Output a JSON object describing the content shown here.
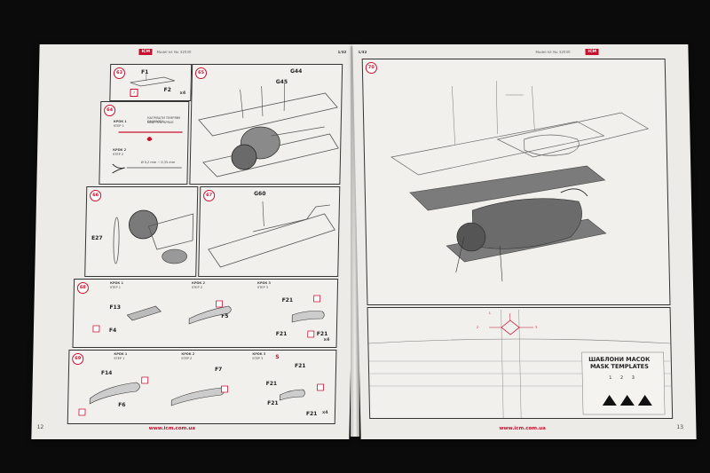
{
  "left_page": {
    "brand": "ICM",
    "model_kit": "Model kit No 32030",
    "scale": "1/32",
    "website": "www.icm.com.ua",
    "page_number": "12",
    "steps": [
      {
        "number": "63",
        "parts": [
          "F1",
          "F2"
        ],
        "marks": [
          "?",
          "x4"
        ]
      },
      {
        "number": "64",
        "lines": [
          {
            "label": "КРОК 1",
            "sub": "STEP 1",
            "note": "НАГРІВАТИ ТЕМРЯВУ ЛАНЦЮГА",
            "note2": "HEAT THE SPRUE"
          },
          {
            "label": "КРОК 2",
            "sub": "STEP 2",
            "note": "Ø 0,2 mm ~ 0,35 mm"
          }
        ]
      },
      {
        "number": "65",
        "parts": [
          "G44",
          "G45"
        ]
      },
      {
        "number": "66",
        "parts": [
          "E27"
        ]
      },
      {
        "number": "67",
        "parts": [
          "G60"
        ]
      },
      {
        "number": "68",
        "steps": [
          {
            "label": "КРОК 1",
            "sub": "STEP 1",
            "parts": [
              "F13",
              "F4"
            ]
          },
          {
            "label": "КРОК 2",
            "sub": "STEP 2",
            "parts": [
              "F5"
            ]
          },
          {
            "label": "КРОК 3",
            "sub": "STEP 3",
            "parts": [
              "F21",
              "F21",
              "F21"
            ]
          }
        ],
        "marks": [
          "x4"
        ]
      },
      {
        "number": "69",
        "steps": [
          {
            "label": "КРОК 1",
            "sub": "STEP 1",
            "parts": [
              "F14",
              "F6"
            ]
          },
          {
            "label": "КРОК 2",
            "sub": "STEP 2",
            "parts": [
              "F7"
            ]
          },
          {
            "label": "КРОК 3",
            "sub": "STEP 3",
            "parts": [
              "S",
              "F21",
              "F21",
              "F21",
              "F21"
            ]
          }
        ],
        "marks": [
          "x4"
        ]
      }
    ]
  },
  "right_page": {
    "brand": "ICM",
    "model_kit": "Model kit No 32030",
    "scale": "1/32",
    "website": "www.icm.com.ua",
    "page_number": "13",
    "step_number": "70",
    "mask_title_ua": "ШАБЛОНИ МАСОК",
    "mask_title_en": "MASK TEMPLATES",
    "mask_numbers": "1 2 3",
    "callouts": [
      "1",
      "2",
      "3"
    ]
  },
  "colors": {
    "brand_red": "#c8102e",
    "paper": "#ecebe8",
    "background": "#0b0b0b"
  }
}
